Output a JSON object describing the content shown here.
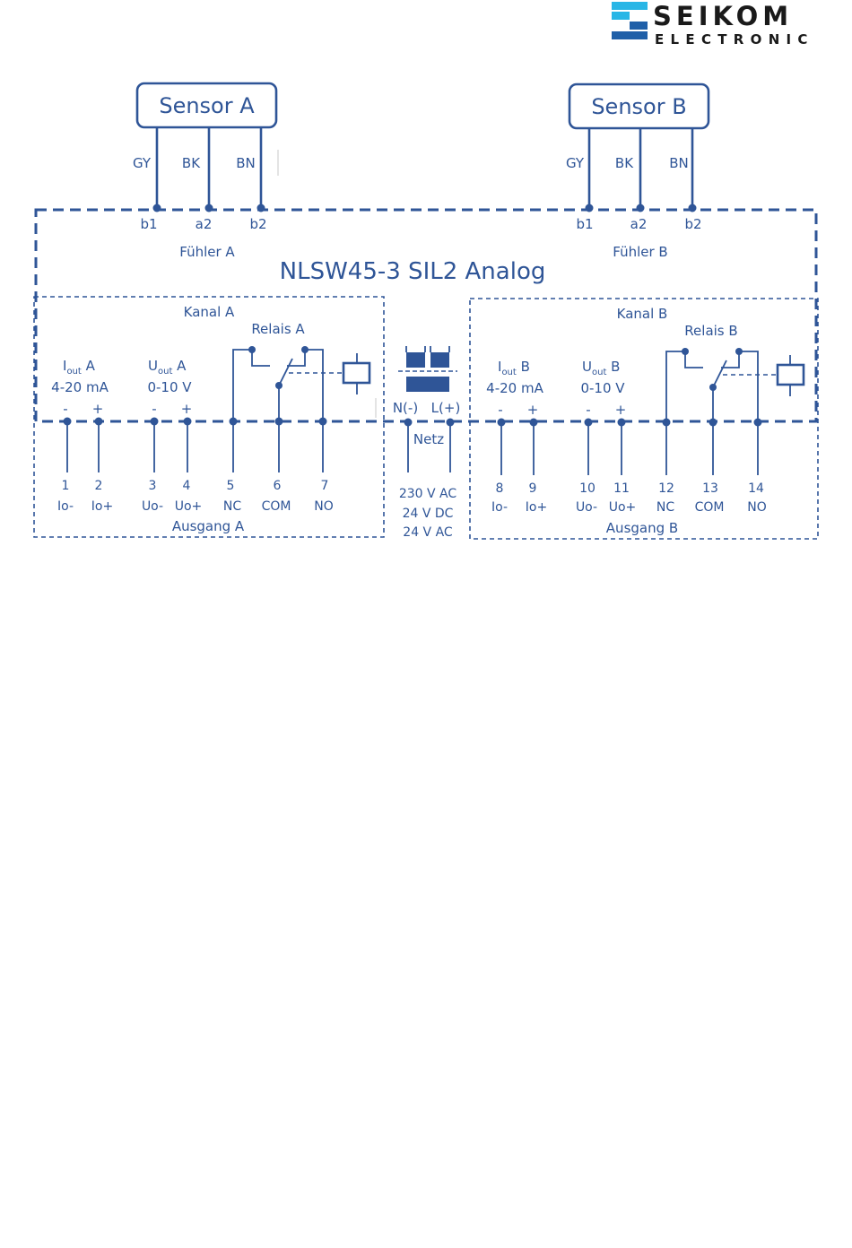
{
  "logo": {
    "line1": "SEIKOM",
    "line2": "ELECTRONIC",
    "colors": {
      "cyan": "#29b6e6",
      "blue": "#1f5fa8",
      "dark": "#1a1a1a"
    }
  },
  "device_title": "NLSW45-3 SIL2 Analog",
  "colors": {
    "line": "#2f5597"
  },
  "sensors": {
    "a": {
      "title": "Sensor A",
      "wires": [
        "GY",
        "BK",
        "BN"
      ],
      "terminals": [
        "b1",
        "a2",
        "b2"
      ],
      "label": "Fühler A"
    },
    "b": {
      "title": "Sensor B",
      "wires": [
        "GY",
        "BK",
        "BN"
      ],
      "terminals": [
        "b1",
        "a2",
        "b2"
      ],
      "label": "Fühler B"
    }
  },
  "channels": {
    "a": {
      "title": "Kanal A",
      "relay": "Relais A",
      "iout": {
        "main": "I",
        "sub": "out",
        "suffix": " A",
        "range": "4-20 mA"
      },
      "uout": {
        "main": "U",
        "sub": "out",
        "suffix": " A",
        "range": "0-10 V"
      },
      "minus": "-",
      "plus": "+",
      "terminal_numbers": [
        "1",
        "2",
        "3",
        "4",
        "5",
        "6",
        "7"
      ],
      "terminal_names": [
        "Io-",
        "Io+",
        "Uo-",
        "Uo+",
        "NC",
        "COM",
        "NO"
      ],
      "output_label": "Ausgang A"
    },
    "b": {
      "title": "Kanal B",
      "relay": "Relais B",
      "iout": {
        "main": "I",
        "sub": "out",
        "suffix": " B",
        "range": "4-20 mA"
      },
      "uout": {
        "main": "U",
        "sub": "out",
        "suffix": " B",
        "range": "0-10 V"
      },
      "minus": "-",
      "plus": "+",
      "terminal_numbers": [
        "8",
        "9",
        "10",
        "11",
        "12",
        "13",
        "14"
      ],
      "terminal_names": [
        "Io-",
        "Io+",
        "Uo-",
        "Uo+",
        "NC",
        "COM",
        "NO"
      ],
      "output_label": "Ausgang B"
    }
  },
  "power": {
    "n_label": "N(-)",
    "l_label": "L(+)",
    "label": "Netz",
    "voltages": [
      "230 V AC",
      "24 V DC",
      "24 V AC"
    ]
  }
}
